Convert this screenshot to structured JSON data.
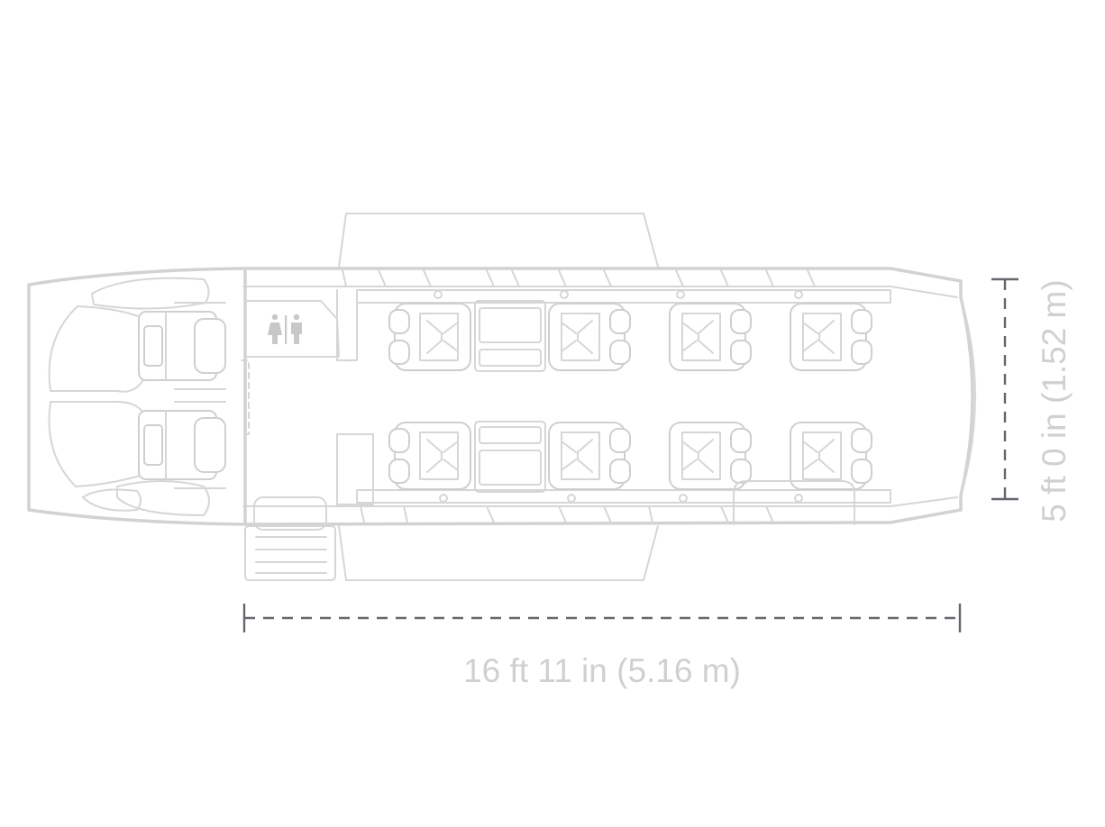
{
  "dimensions": {
    "length_label": "16 ft 11 in (5.16 m)",
    "width_label": "5 ft 0 in (1.52 m)"
  },
  "icons": {
    "lavatory": "restroom-icon"
  },
  "cabin": {
    "passenger_seats": 8,
    "pilot_seats": 2
  },
  "colors": {
    "outline": "#d6d6d6",
    "dimension_line": "#66666e",
    "label": "#d0d0d0"
  }
}
